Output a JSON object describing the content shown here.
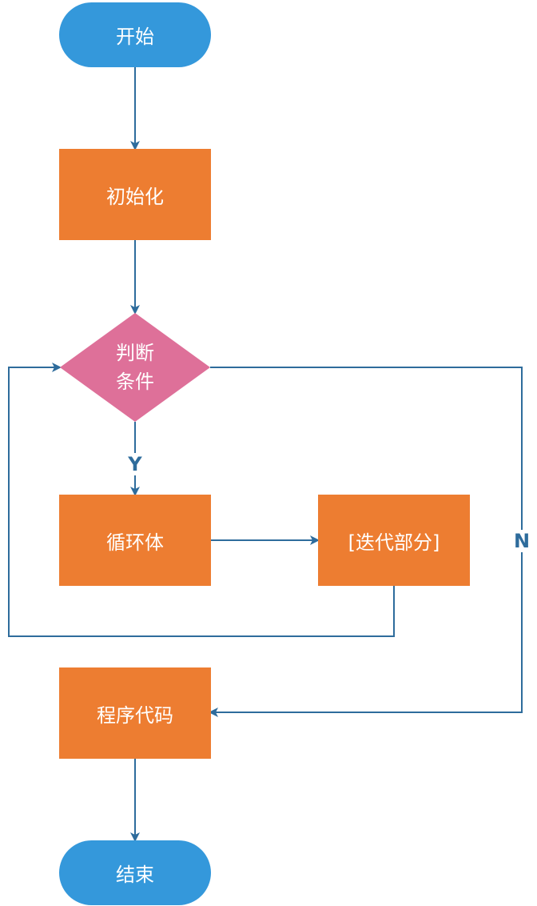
{
  "colors": {
    "terminal": "#3498DB",
    "process": "#ED7D31",
    "decision": "#DE7099",
    "line": "#2E6C9C"
  },
  "nodes": {
    "start": "开始",
    "init": "初始化",
    "condition_line1": "判断",
    "condition_line2": "条件",
    "loop_body": "循环体",
    "iteration": "[迭代部分]",
    "program_code": "程序代码",
    "end": "结束"
  },
  "edges": {
    "yes_label": "Y",
    "no_label": "N"
  }
}
